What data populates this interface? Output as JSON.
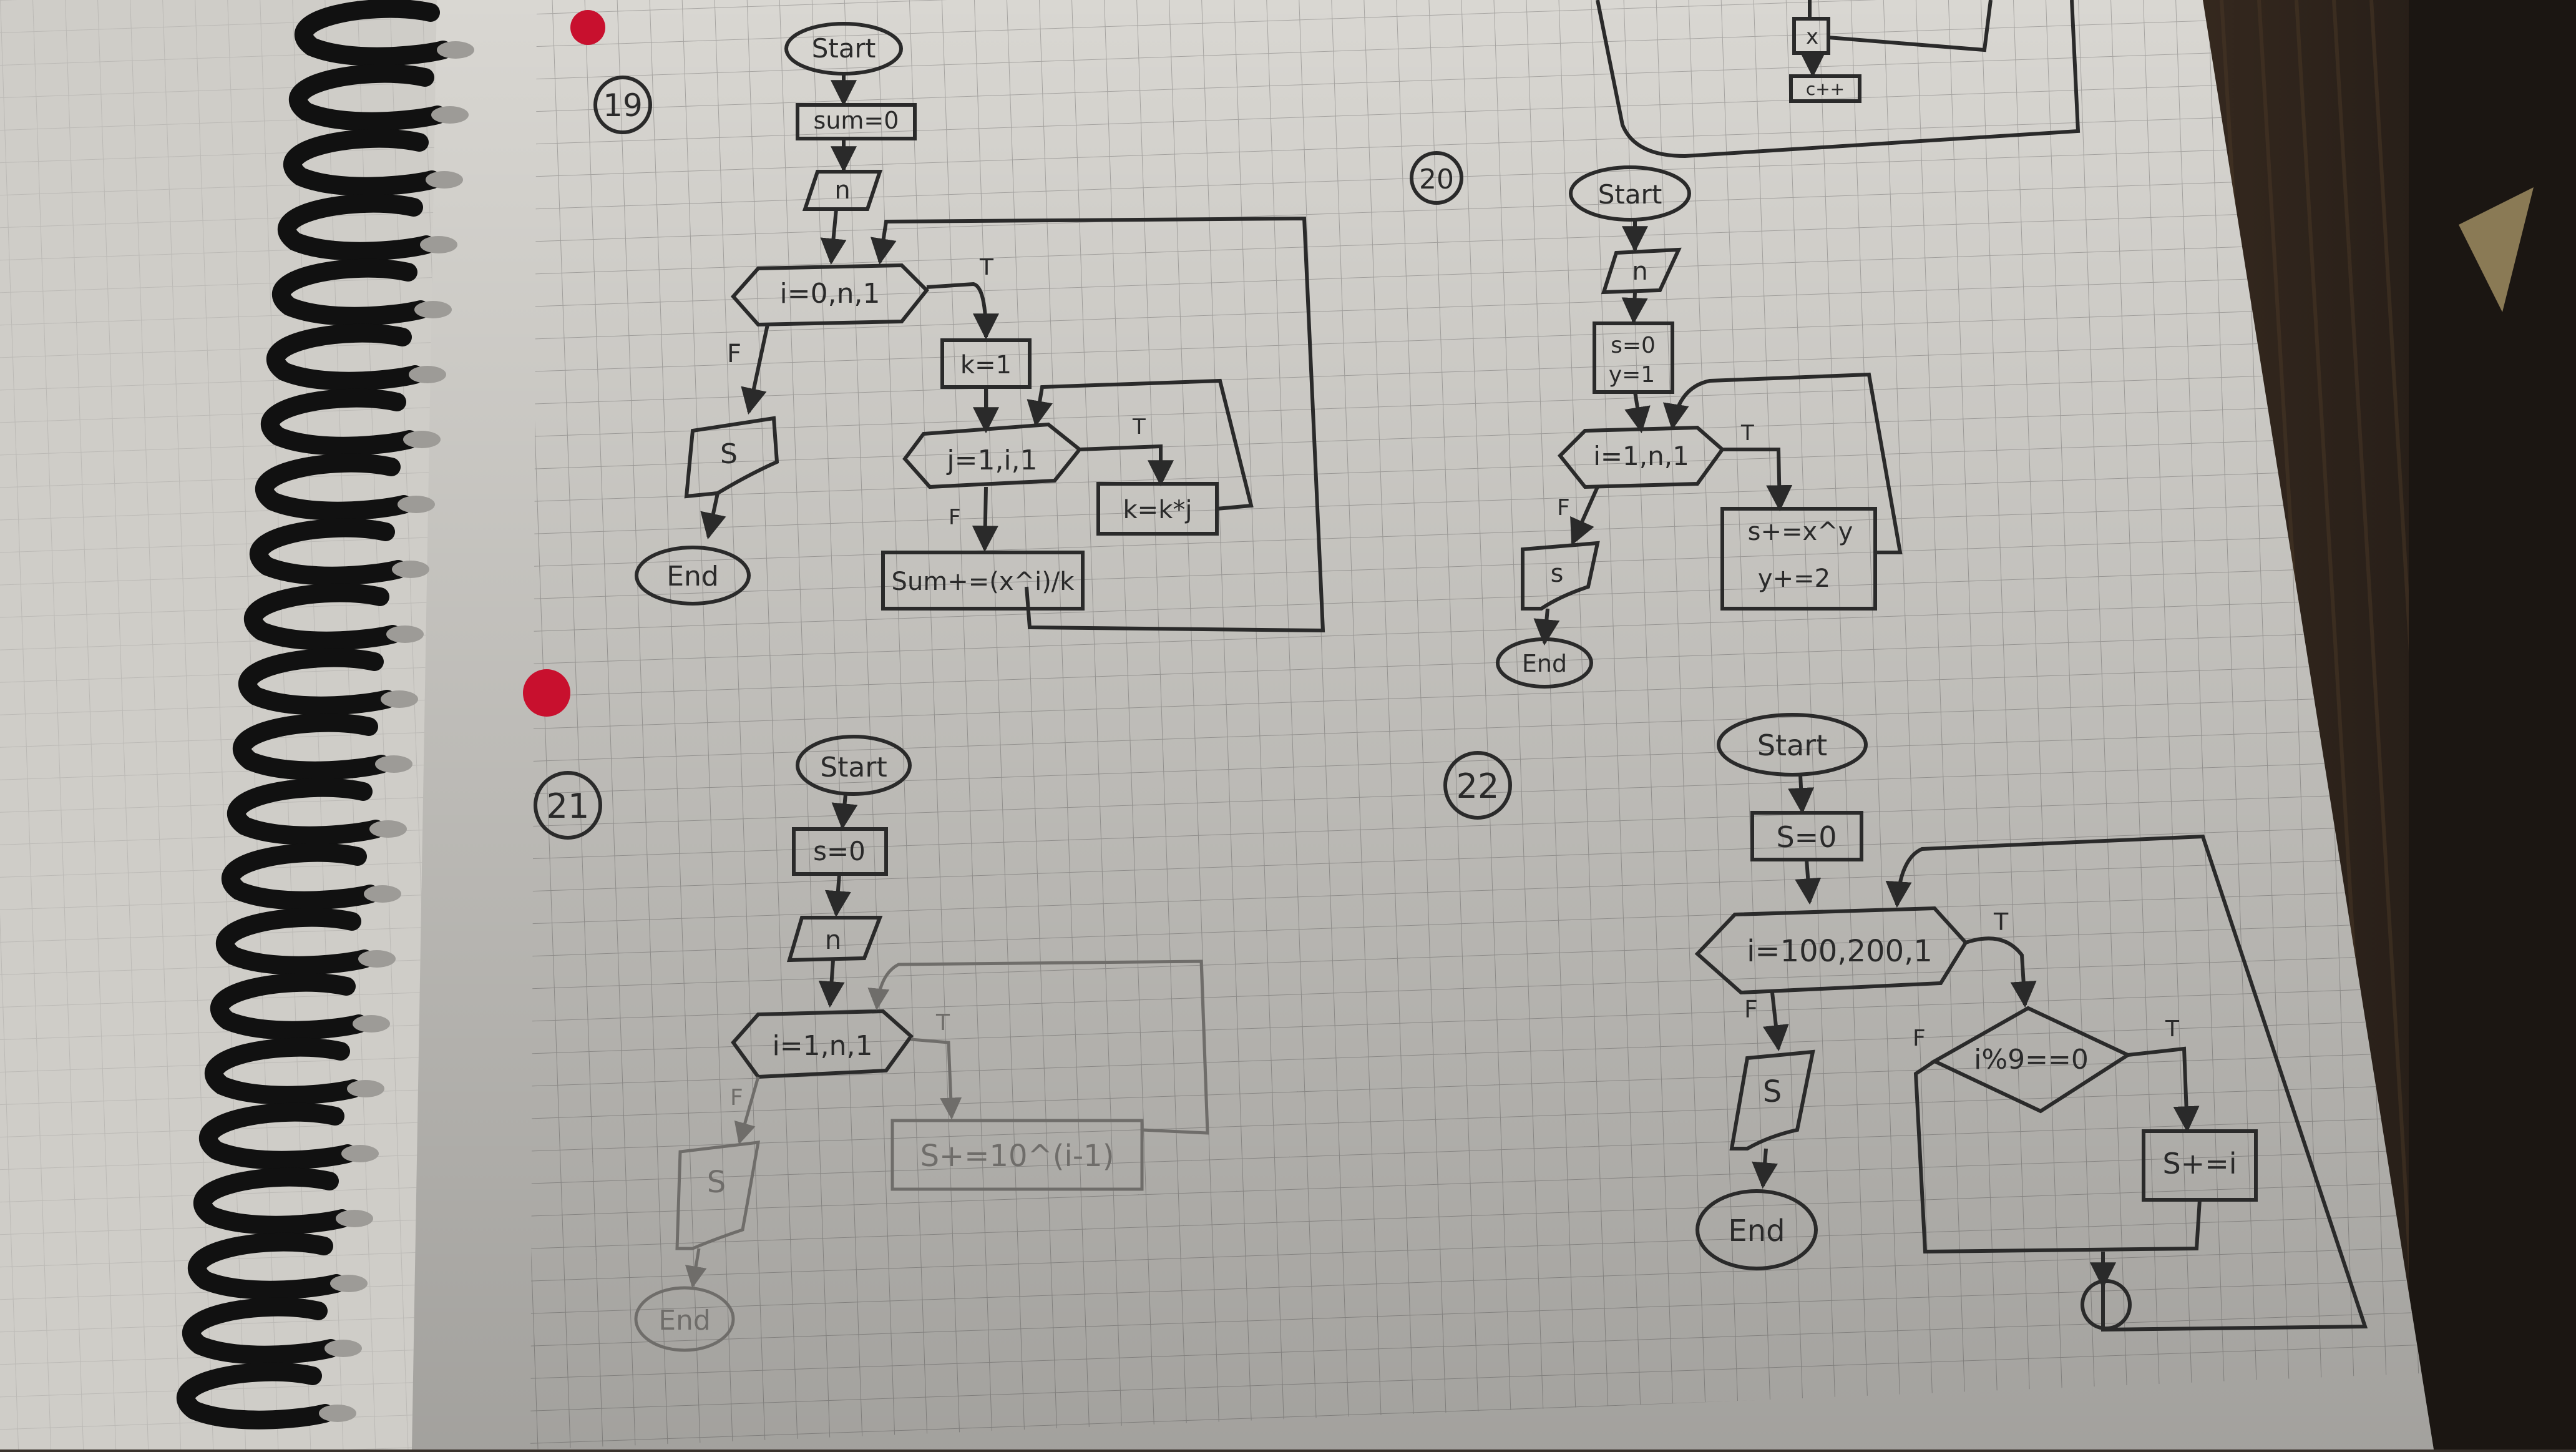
{
  "colors": {
    "paper": "#d9d7d2",
    "grid": "#a8a6a3",
    "ink": "#2a2a2a",
    "faint_ink": "#6f6d6a",
    "wood_light": "#8b6b47",
    "wood_dark": "#2b221b",
    "hole": "#c8102e",
    "binding": "#111111"
  },
  "top_fragment": {
    "node_x": "x",
    "node_counter": "c++"
  },
  "flowchart_19": {
    "number": "19",
    "start": "Start",
    "init": "sum=0",
    "input": "n",
    "loop_i": "i=0,n,1",
    "true_label": "T",
    "false_label": "F",
    "init_k": "k=1",
    "loop_j": "j=1,i,1",
    "inner_true": "T",
    "inner_false": "F",
    "update_k": "k=k*j",
    "update_sum": "Sum+=(x^i)/k",
    "output": "S",
    "end": "End"
  },
  "flowchart_20": {
    "number": "20",
    "start": "Start",
    "input": "n",
    "init_s": "s=0",
    "init_y": "y=1",
    "loop_i": "i=1,n,1",
    "true_label": "T",
    "false_label": "F",
    "update_s": "s+=x^y",
    "update_y": "y+=2",
    "output": "s",
    "end": "End"
  },
  "flowchart_21": {
    "number": "21",
    "start": "Start",
    "init": "s=0",
    "input": "n",
    "loop_i": "i=1,n,1",
    "true_label": "T",
    "false_label": "F",
    "update_s": "S+=10^(i-1)",
    "output": "S",
    "end": "End"
  },
  "flowchart_22": {
    "number": "22",
    "start": "Start",
    "init": "S=0",
    "loop_i": "i=100,200,1",
    "true_label": "T",
    "false_label": "F",
    "condition": "i%9==0",
    "cond_true": "T",
    "cond_false": "F",
    "update_s": "S+=i",
    "output": "S",
    "end": "End"
  }
}
